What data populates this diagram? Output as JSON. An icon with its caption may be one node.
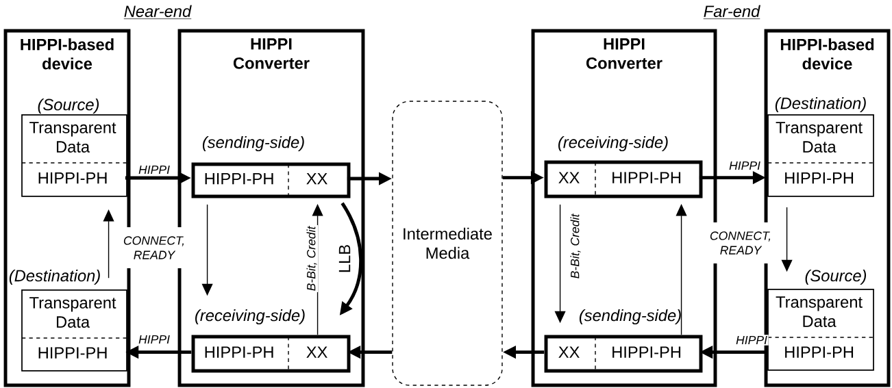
{
  "diagram": {
    "nodes": [
      {
        "text": [
          "HIPPI-based device"
        ]
      },
      {
        "text": [
          "HIPPI Converter"
        ]
      },
      {
        "text": [
          "Intermediate Media"
        ]
      },
      {
        "text": [
          "HIPPI Converter"
        ]
      },
      {
        "text": [
          "HIPPI-based device"
        ]
      },
      {
        "text": [
          "Transparent Data"
        ],
        "in": 0,
        "beside": [
          "(Source)"
        ]
      },
      {
        "text": [
          "HIPPI-PH"
        ],
        "in": 0
      },
      {
        "text": [
          "Transparent Data"
        ],
        "in": 0,
        "beside": [
          "(Destination)"
        ]
      },
      {
        "text": [
          "HIPPI-PH"
        ],
        "in": 0
      },
      {
        "text": [
          "HIPPI-PH"
        ],
        "in": 1,
        "beside": [
          "(sending-side)"
        ]
      },
      {
        "text": [
          "XX"
        ],
        "in": 1
      },
      {
        "text": [
          "HIPPI-PH"
        ],
        "in": 1,
        "beside": [
          "(receiving-side)"
        ]
      },
      {
        "text": [
          "XX"
        ],
        "in": 1
      },
      {
        "text": [
          "XX"
        ],
        "in": 3,
        "beside": [
          "(receiving-side)"
        ]
      },
      {
        "text": [
          "HIPPI-PH"
        ],
        "in": 3
      },
      {
        "text": [
          "XX"
        ],
        "in": 3,
        "beside": [
          "(sending-side)"
        ]
      },
      {
        "text": [
          "HIPPI-PH"
        ],
        "in": 3
      },
      {
        "text": [
          "Transparent Data"
        ],
        "in": 4,
        "beside": [
          "(Destination)"
        ]
      },
      {
        "text": [
          "HIPPI-PH"
        ],
        "in": 4
      },
      {
        "text": [
          "Transparent Data"
        ],
        "in": 4,
        "beside": [
          "(Source)"
        ]
      },
      {
        "text": [
          "HIPPI-PH"
        ],
        "in": 4
      }
    ],
    "edges": [
      {
        "from": 6,
        "to": 9,
        "arrow": "to",
        "label": "HIPPI"
      },
      {
        "from": 10,
        "to": 2,
        "arrow": "to"
      },
      {
        "from": 2,
        "to": 13,
        "arrow": "to"
      },
      {
        "from": 14,
        "to": 18,
        "arrow": "to",
        "label": "HIPPI"
      },
      {
        "from": 20,
        "to": 16,
        "arrow": "to",
        "label": "HIPPI"
      },
      {
        "from": 15,
        "to": 2,
        "arrow": "to"
      },
      {
        "from": 2,
        "to": 12,
        "arrow": "to"
      },
      {
        "from": 11,
        "to": 8,
        "arrow": "to",
        "label": "HIPPI"
      },
      {
        "from": 9,
        "to": 11,
        "arrow": "to"
      },
      {
        "from": 7,
        "to": 6,
        "arrow": "to"
      },
      {
        "from": 12,
        "to": 10,
        "arrow": "to",
        "label": "B-Bit, Credit"
      },
      {
        "from": 10,
        "to": 12,
        "arrow": "to",
        "label": "LLB"
      },
      {
        "from": 13,
        "to": 15,
        "arrow": "to",
        "label": "B-Bit, Credit"
      },
      {
        "from": 16,
        "to": 14,
        "arrow": "to"
      },
      {
        "from": 18,
        "to": 19,
        "arrow": "to"
      }
    ],
    "labels": [
      "Near-end",
      "Far-end",
      "CONNECT, READY",
      "CONNECT, READY"
    ]
  }
}
